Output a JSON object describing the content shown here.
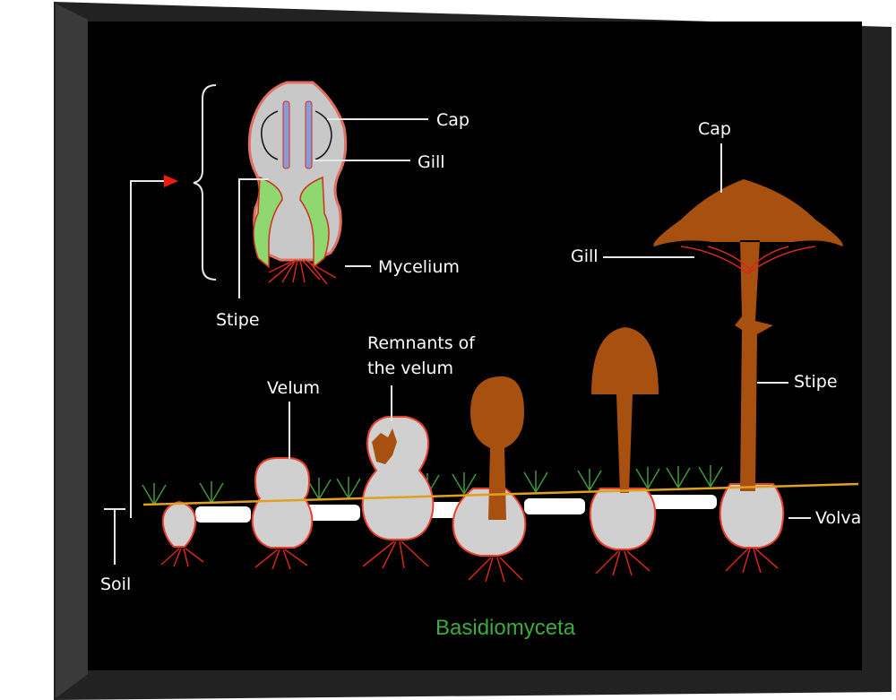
{
  "title": "Basidiomyceta",
  "colors": {
    "background": "#000000",
    "title": "#3dab3d",
    "mushroom": "#a8500f",
    "bulb": "#d0d0d0",
    "outline": "#e8402a",
    "soil_line": "#e0a020"
  },
  "labels": {
    "cap_section": "Cap",
    "gill_section": "Gill",
    "mycelium": "Mycelium",
    "stipe_section": "Stipe",
    "remnants_line1": "Remnants of",
    "remnants_line2": "the velum",
    "velum": "Velum",
    "cap_mature": "Cap",
    "gill_mature": "Gill",
    "stipe_mature": "Stipe",
    "volva": "Volva",
    "soil": "Soil"
  }
}
